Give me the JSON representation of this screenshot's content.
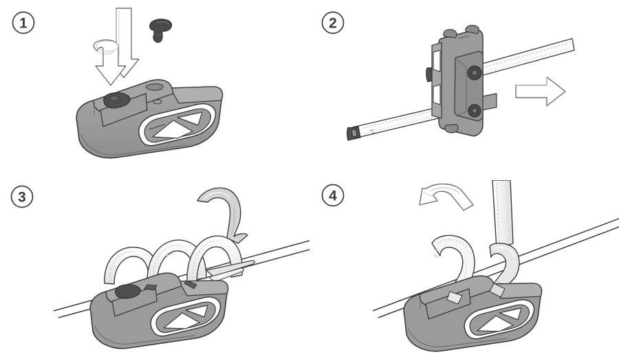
{
  "document": {
    "type": "assembly-instruction-diagram",
    "title": "Strap Mount Installation Steps",
    "background_color": "#ffffff",
    "panel_count": 4,
    "layout": "2x2 grid"
  },
  "palette": {
    "outline": "#3b3b3b",
    "outline_light": "#6e6e6e",
    "body_gray": "#9b9b9b",
    "body_gray_dark": "#7d7d7d",
    "body_gray_light": "#b4b4b4",
    "rubber_dark": "#545454",
    "rubber_darker": "#3f3f3f",
    "strap_white": "#fdfdfd",
    "strap_shade": "#e6e6e6",
    "strap_shade_dark": "#cfcfcf",
    "arrow_fill": "#ffffff",
    "arrow_shade": "#d8d8d8",
    "badge_stroke": "#3b3b3b",
    "tube_line": "#3b3b3b"
  },
  "panels": [
    {
      "id": "panel-1",
      "step_number": "1",
      "caption": "",
      "elements": [
        "mount-body",
        "rubber-pad",
        "rubber-plug",
        "down-arrow",
        "curved-insert-arrow"
      ]
    },
    {
      "id": "panel-2",
      "step_number": "2",
      "caption": "",
      "elements": [
        "bracket-plate",
        "strap-upper",
        "strap-lower",
        "buckle-tip-upper",
        "buckle-tip-lower",
        "rivet-upper",
        "rivet-lower",
        "right-arrow"
      ]
    },
    {
      "id": "panel-3",
      "step_number": "3",
      "caption": "",
      "elements": [
        "tube-bar",
        "mount-body",
        "rubber-pad",
        "strap-arch-left",
        "strap-arch-mid",
        "strap-arch-right",
        "strap-loose-end"
      ]
    },
    {
      "id": "panel-4",
      "step_number": "4",
      "caption": "",
      "elements": [
        "tube-bar",
        "mount-body",
        "strap-fastened-left",
        "strap-fastened-right",
        "strap-free-end",
        "fold-over-arrow"
      ]
    }
  ],
  "badges": {
    "step1": "1",
    "step2": "2",
    "step3": "3",
    "step4": "4"
  }
}
